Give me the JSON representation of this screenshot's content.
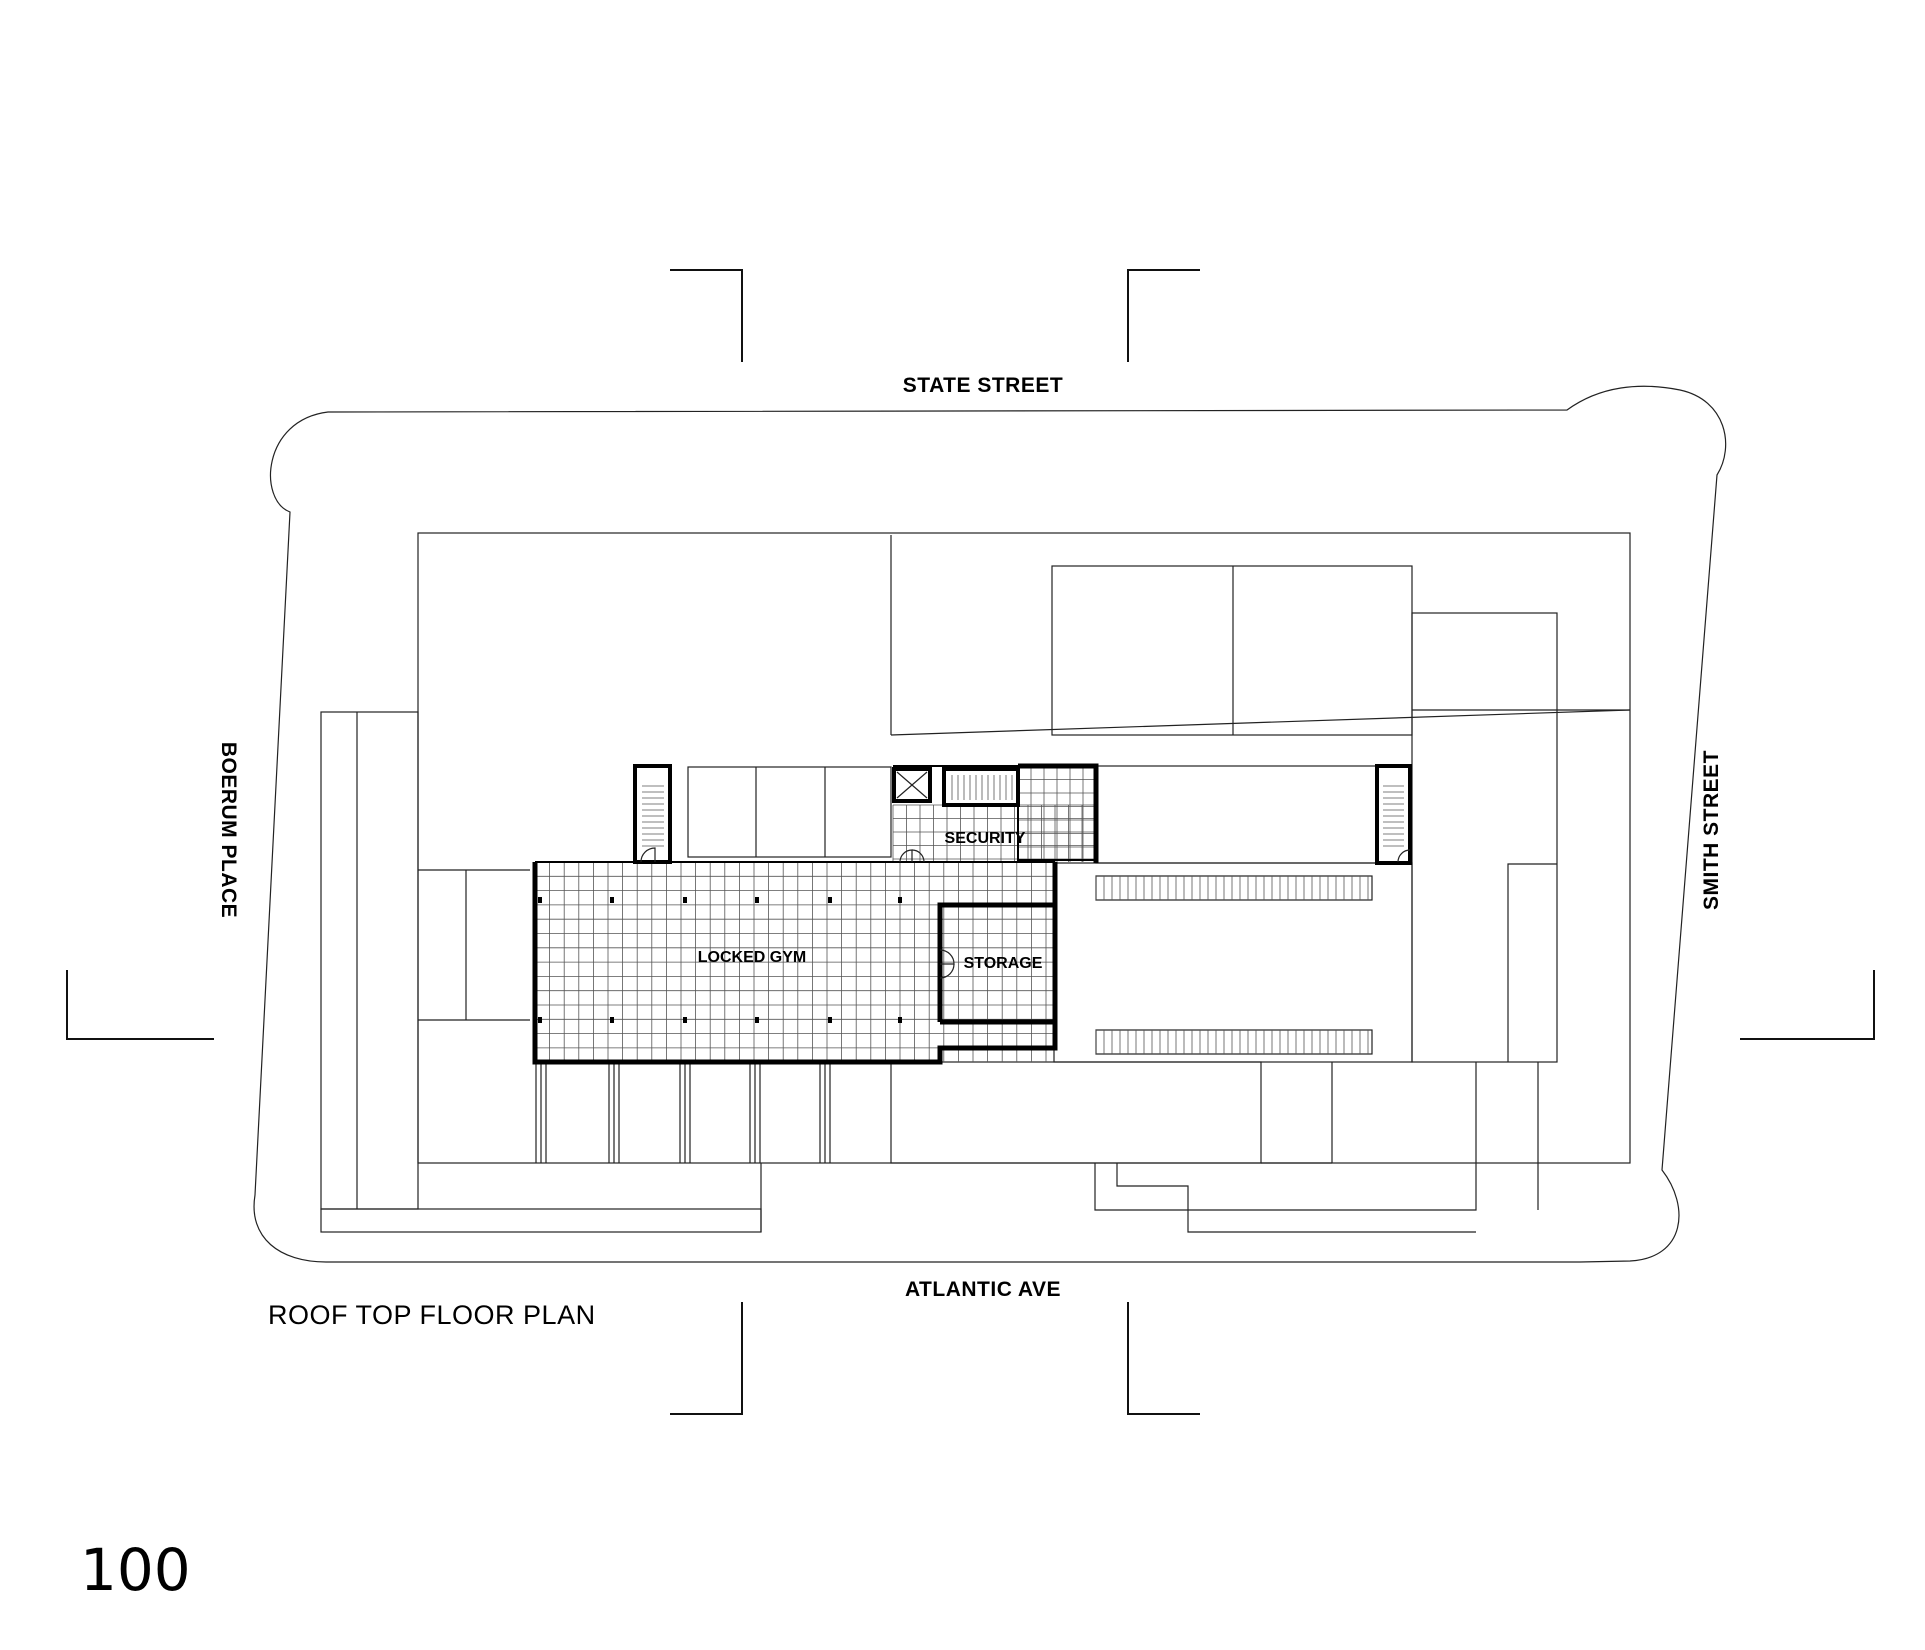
{
  "drawing": {
    "title": "ROOF TOP FLOOR PLAN",
    "page_number": "100"
  },
  "streets": {
    "north": "STATE STREET",
    "south": "ATLANTIC AVE",
    "west": "BOERUM PLACE",
    "east": "SMITH STREET"
  },
  "rooms": {
    "security": "SECURITY",
    "gym": "LOCKED GYM",
    "storage": "STORAGE"
  }
}
